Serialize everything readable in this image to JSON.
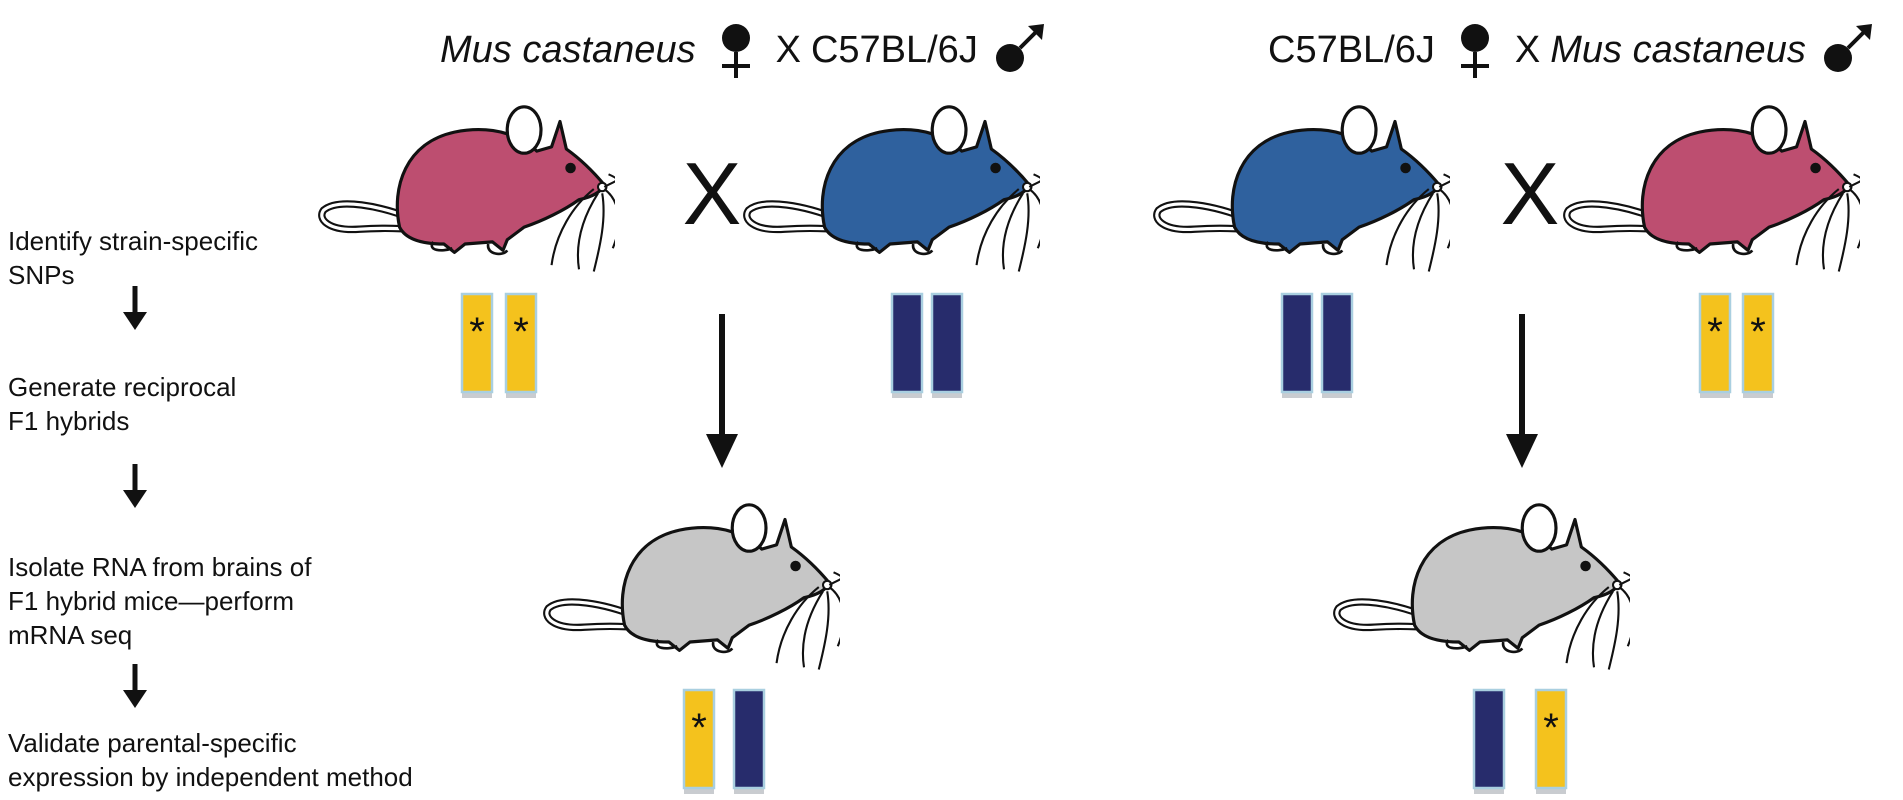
{
  "colors": {
    "castaneus_fill": "#bd4e70",
    "c57_fill": "#2f619e",
    "hybrid_fill": "#c6c6c6",
    "castaneus_chromosome": "#f4c21d",
    "c57_chromosome": "#272c6c",
    "outline": "#111111"
  },
  "crosses": [
    {
      "female": "Mus castaneus",
      "cross_symbol": "X",
      "male": "C57BL/6J",
      "mouse_cross_symbol": "X"
    },
    {
      "female": "C57BL/6J",
      "cross_symbol": "X",
      "male": "Mus castaneus",
      "mouse_cross_symbol": "X"
    }
  ],
  "icons": [
    "female-symbol-icon",
    "male-symbol-icon",
    "mouse-icon",
    "chromosome-icon",
    "down-arrow-icon"
  ],
  "chromosome_marker": "*",
  "steps": [
    {
      "text": "Identify strain-specific\nSNPs"
    },
    {
      "text": "Generate reciprocal\nF1 hybrids"
    },
    {
      "text": "Isolate RNA from brains of\nF1 hybrid mice—perform\nmRNA seq"
    },
    {
      "text": "Validate parental-specific\nexpression by independent method"
    }
  ]
}
